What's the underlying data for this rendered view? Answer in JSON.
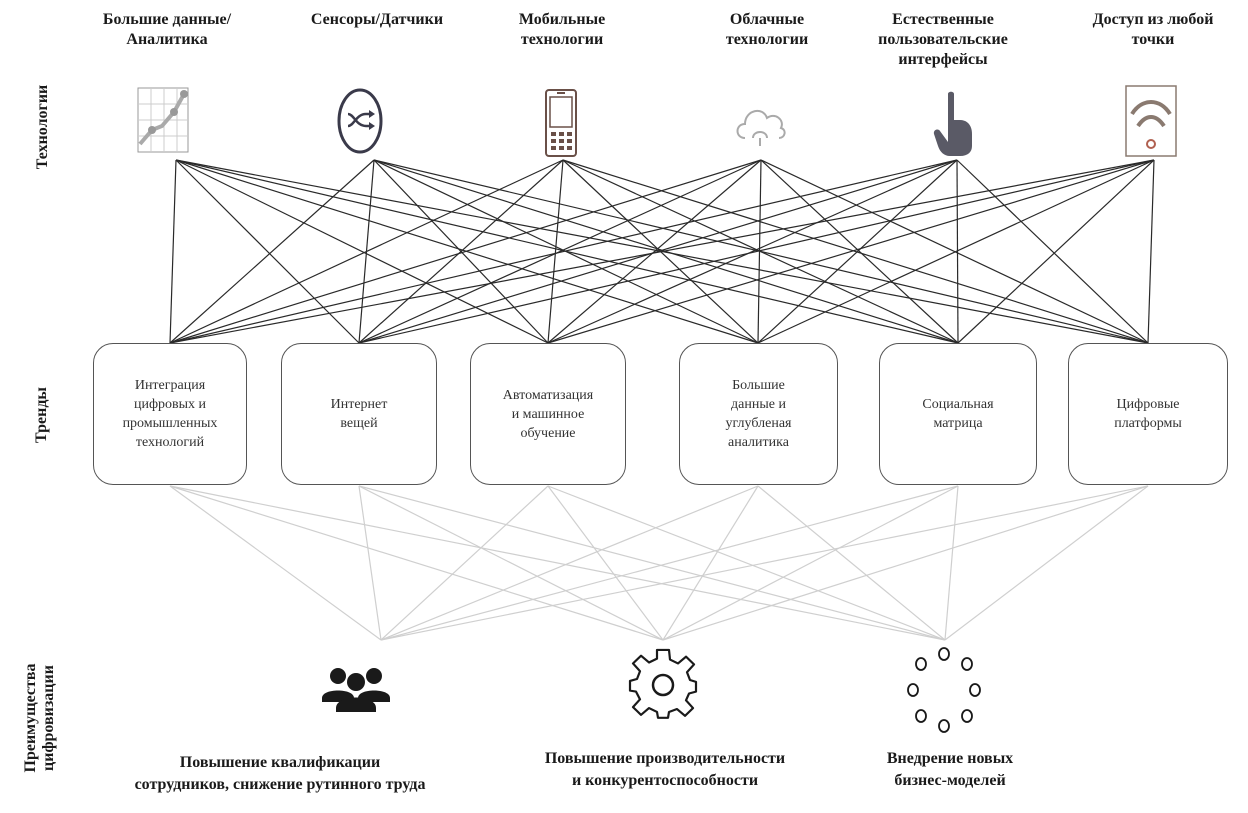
{
  "row_labels": {
    "technologies": "Технологии",
    "trends": "Тренды",
    "benefits": "Преимущества\nцифровизации"
  },
  "technologies": [
    {
      "label": "Большие данные/\nАналитика",
      "icon": "analytics-chart-icon"
    },
    {
      "label": "Сенсоры/Датчики",
      "icon": "sensor-icon"
    },
    {
      "label": "Мобильные\nтехнологии",
      "icon": "mobile-phone-icon"
    },
    {
      "label": "Облачные\nтехнологии",
      "icon": "cloud-icon"
    },
    {
      "label": "Естественные\nпользовательские\nинтерфейсы",
      "icon": "pointing-hand-icon"
    },
    {
      "label": "Доступ из любой\nточки",
      "icon": "wifi-icon"
    }
  ],
  "trends": [
    {
      "label": "Интеграция\nцифровых и\nпромышленных\nтехнологий"
    },
    {
      "label": "Интернет\nвещей"
    },
    {
      "label": "Автоматизация\nи машинное\nобучение"
    },
    {
      "label": "Большие\nданные и\nуглубленая\nаналитика"
    },
    {
      "label": "Социальная\nматрица"
    },
    {
      "label": "Цифровые\nплатформы"
    }
  ],
  "benefits": [
    {
      "label": "Повышение квалификации\nсотрудников, снижение рутинного труда",
      "icon": "people-group-icon"
    },
    {
      "label": "Повышение производительности\nи конкурентоспособности",
      "icon": "gear-icon"
    },
    {
      "label": "Внедрение новых\nбизнес-моделей",
      "icon": "circle-dots-icon"
    }
  ],
  "colors": {
    "lines_top": "#2a2a2a",
    "lines_bottom": "#cfcfcf",
    "box_border": "#555555",
    "icon_dark": "#3a3a4a"
  }
}
